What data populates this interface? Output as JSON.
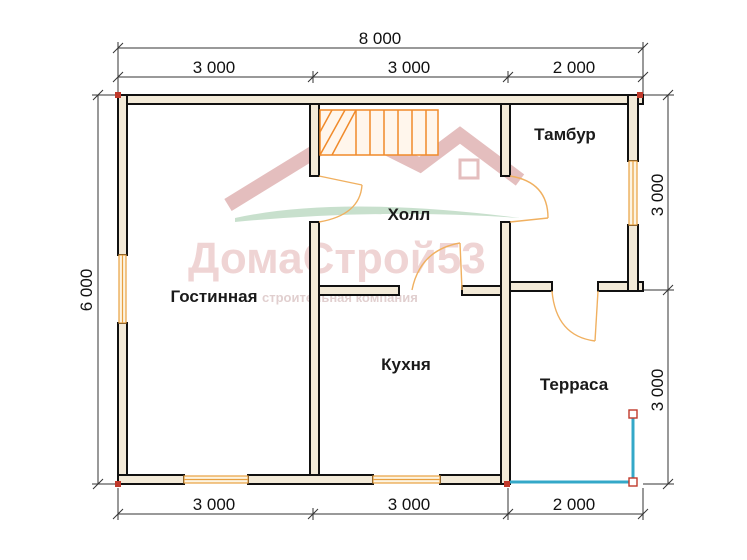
{
  "diagram": {
    "watermark": {
      "brand": "ДомаСтрой53",
      "tagline": "строительная  компания"
    },
    "dimensions": {
      "top_total": "8 000",
      "top_segments": [
        "3 000",
        "3 000",
        "2 000"
      ],
      "bottom_segments": [
        "3 000",
        "3 000",
        "2 000"
      ],
      "left_total": "6 000",
      "right_segments": [
        "3 000",
        "3 000"
      ]
    },
    "rooms": {
      "tambur": "Тамбур",
      "holl": "Холл",
      "gostinaya": "Гостинная",
      "kuhnya": "Кухня",
      "terrasa": "Терраса"
    },
    "colors": {
      "wall_fill": "#f3ead8",
      "wall_stroke": "#111111",
      "stairs": "#f08a2a",
      "door_arc": "#f0b060",
      "corner_post": "#c0392b",
      "terrace_rail": "#34a8c8",
      "window": "#e8a040",
      "watermark_house": "#cf8a8a",
      "watermark_text": "#e3b2b2",
      "watermark_green": "#9cc7a6"
    }
  }
}
